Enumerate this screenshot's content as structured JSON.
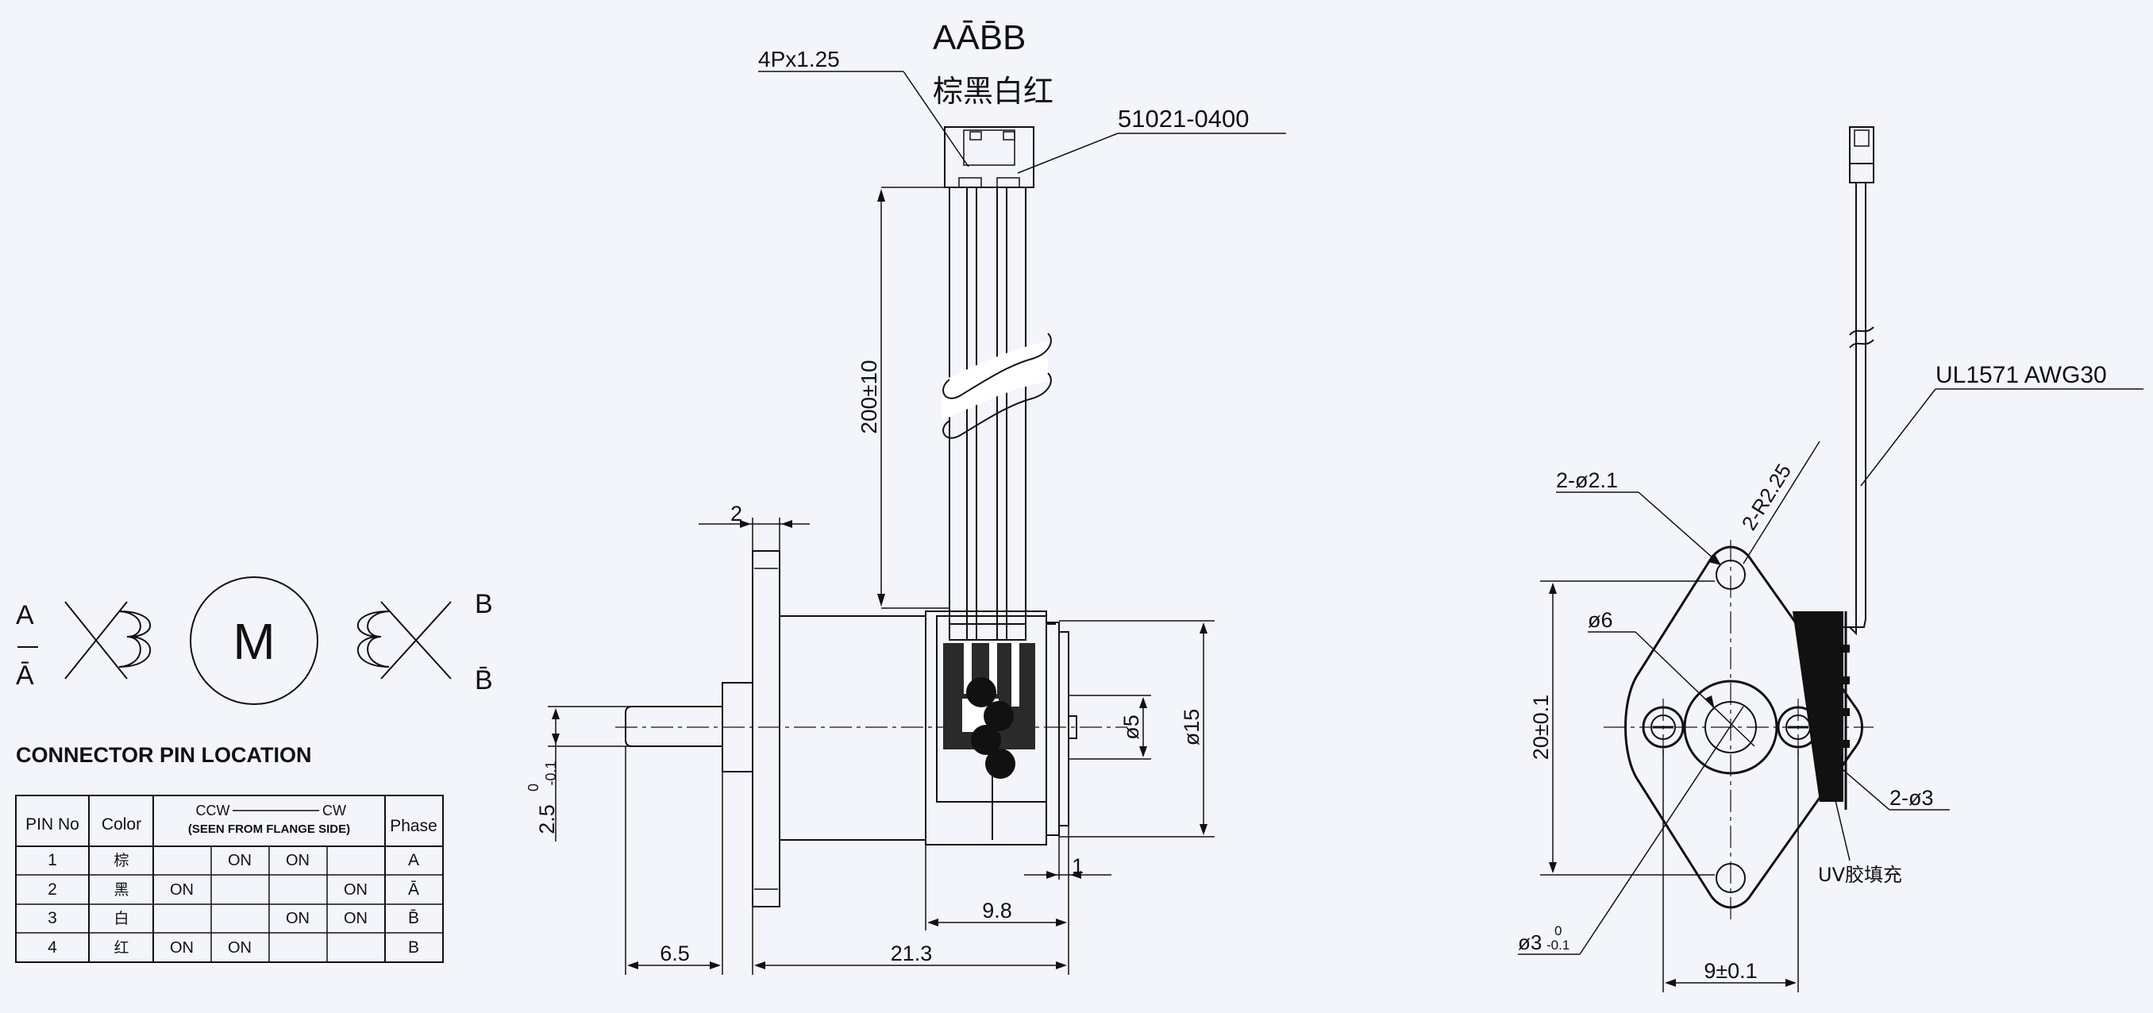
{
  "labels": {
    "phase_header": "AĀB̄B",
    "phase_a": "A",
    "phase_abar": "Ā",
    "phase_b": "B",
    "phase_bbar": "B̄",
    "wire_colors": "棕黑白红",
    "pitch": "4Px1.25",
    "connector_part": "51021-0400",
    "motor_symbol": "M",
    "wire_spec": "UL1571  AWG30",
    "uv_fill": "UV胶填充",
    "connector_pin_location": "CONNECTOR PIN LOCATION"
  },
  "dimensions": {
    "lead_length": "200±10",
    "flange_thickness": "2",
    "shaft_dia": "ø5",
    "body_dia": "ø15",
    "rear_step": "1",
    "rear_length": "9.8",
    "total_length": "21.3",
    "shaft_length": "6.5",
    "shaft_main": "2.5",
    "shaft_tol_upper": "0",
    "shaft_tol_lower": "-0.1",
    "mount_holes": "2-ø2.1",
    "corner_radius": "2-R2.25",
    "hub_dia": "ø6",
    "flange_height": "20±0.1",
    "screw_holes": "2-ø3",
    "shaft_hole_main": "ø3",
    "shaft_hole_upper": "0",
    "shaft_hole_lower": "-0.1",
    "hole_spacing": "9±0.1"
  },
  "pin_table": {
    "headers": {
      "pin": "PIN No",
      "color": "Color",
      "ccw": "CCW",
      "cw": "CW",
      "seen_from": "(SEEN FROM FLANGE SIDE)",
      "phase": "Phase"
    },
    "rows": [
      {
        "pin": "1",
        "color": "棕",
        "steps": [
          "",
          "ON",
          "ON",
          ""
        ],
        "phase": "A"
      },
      {
        "pin": "2",
        "color": "黑",
        "steps": [
          "ON",
          "",
          "",
          "ON"
        ],
        "phase": "Ā"
      },
      {
        "pin": "3",
        "color": "白",
        "steps": [
          "",
          "",
          "ON",
          "ON"
        ],
        "phase": "B̄"
      },
      {
        "pin": "4",
        "color": "红",
        "steps": [
          "ON",
          "ON",
          "",
          ""
        ],
        "phase": "B"
      }
    ]
  }
}
